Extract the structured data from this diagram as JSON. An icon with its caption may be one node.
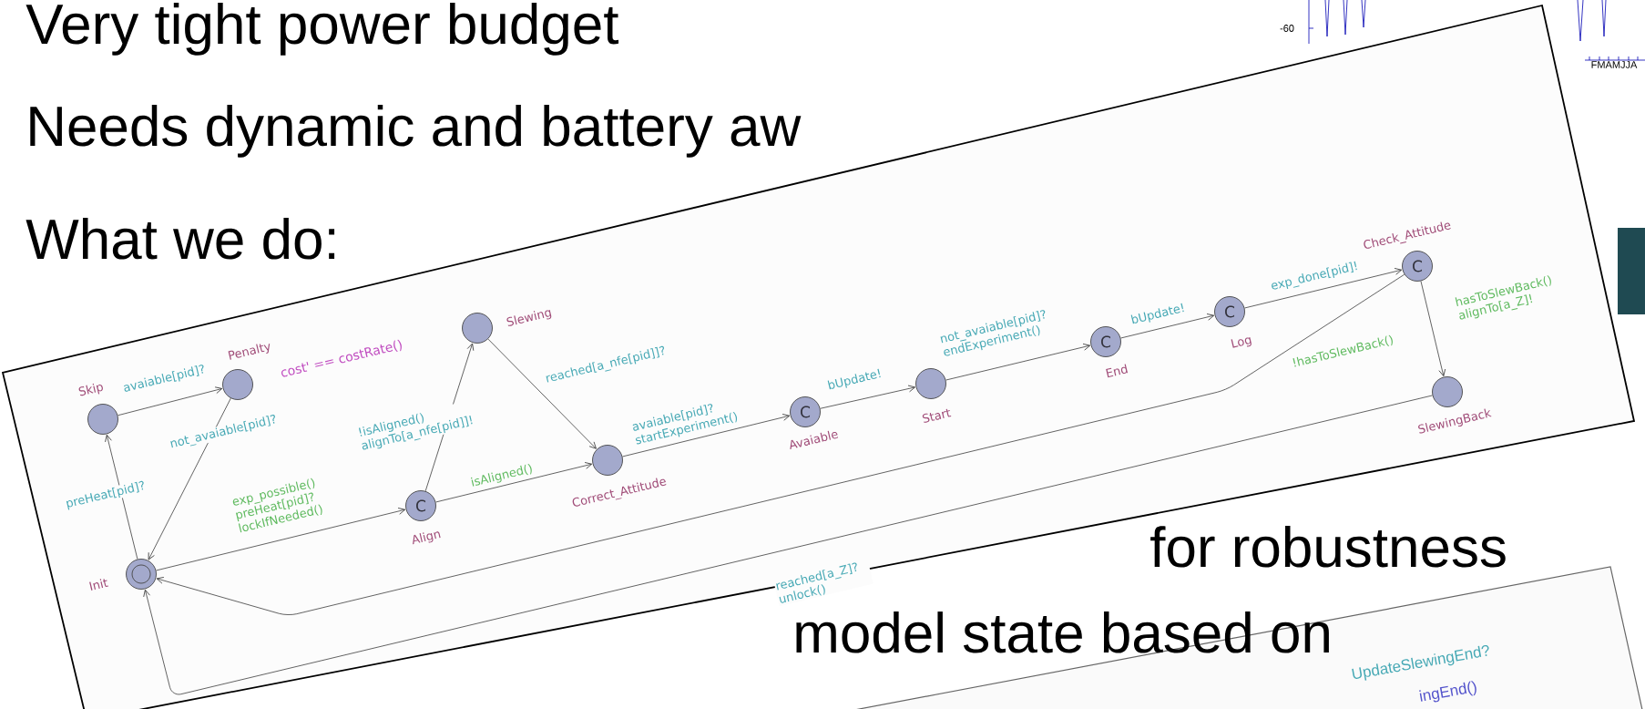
{
  "diagram": {
    "nodes": [
      {
        "text": [
          "Skip"
        ]
      },
      {
        "text": [
          "Penalty"
        ],
        "beside": [
          "cost' == costRate()"
        ]
      },
      {
        "text": [
          "Slewing"
        ]
      },
      {
        "text": [
          "Init"
        ]
      },
      {
        "text": [
          "Align",
          "C"
        ]
      },
      {
        "text": [
          "Correct_Attitude"
        ]
      },
      {
        "text": [
          "Avaiable",
          "C"
        ]
      },
      {
        "text": [
          "Start"
        ]
      },
      {
        "text": [
          "End",
          "C"
        ]
      },
      {
        "text": [
          "Log",
          "C"
        ]
      },
      {
        "text": [
          "Check_Attitude",
          "C"
        ]
      },
      {
        "text": [
          "SlewingBack"
        ]
      }
    ],
    "edges": [
      {
        "from": 0,
        "to": 1,
        "arrow": "to",
        "label": "avaiable[pid]?"
      },
      {
        "from": 1,
        "to": 3,
        "arrow": "to",
        "label": "not_avaiable[pid]?"
      },
      {
        "from": 3,
        "to": 0,
        "arrow": "to",
        "label": "preHeat[pid]?"
      },
      {
        "from": 3,
        "to": 4,
        "arrow": "to",
        "label": "exp_possible() preHeat[pid]? lockIfNeeded()"
      },
      {
        "from": 4,
        "to": 2,
        "arrow": "to",
        "label": "!isAligned() alignTo[a_nfe[pid]]!"
      },
      {
        "from": 2,
        "to": 5,
        "arrow": "to",
        "label": "reached[a_nfe[pid]]?"
      },
      {
        "from": 4,
        "to": 5,
        "arrow": "to",
        "label": "isAligned()"
      },
      {
        "from": 5,
        "to": 6,
        "arrow": "to",
        "label": "avaiable[pid]? startExperiment()"
      },
      {
        "from": 6,
        "to": 7,
        "arrow": "to",
        "label": "bUpdate!"
      },
      {
        "from": 7,
        "to": 8,
        "arrow": "to",
        "label": "not_avaiable[pid]? endExperiment()"
      },
      {
        "from": 8,
        "to": 9,
        "arrow": "to",
        "label": "bUpdate!"
      },
      {
        "from": 9,
        "to": 10,
        "arrow": "to",
        "label": "exp_done[pid]!"
      },
      {
        "from": 10,
        "to": 11,
        "arrow": "to",
        "label": "hasToSlewBack() alignTo[a_Z]!"
      },
      {
        "from": 10,
        "to": 3,
        "arrow": "to",
        "label": "!hasToSlewBack()"
      },
      {
        "from": 11,
        "to": 3,
        "arrow": "to",
        "label": "reached[a_Z]? unlock()"
      }
    ],
    "labels": [
      "-60",
      "FMAMJJA",
      "Very tight power budget",
      "Needs dynamic and battery aw",
      "What we do:",
      "for robustness",
      "model state based on",
      "UpdateSlewingEnd?",
      "ingEnd()"
    ]
  }
}
